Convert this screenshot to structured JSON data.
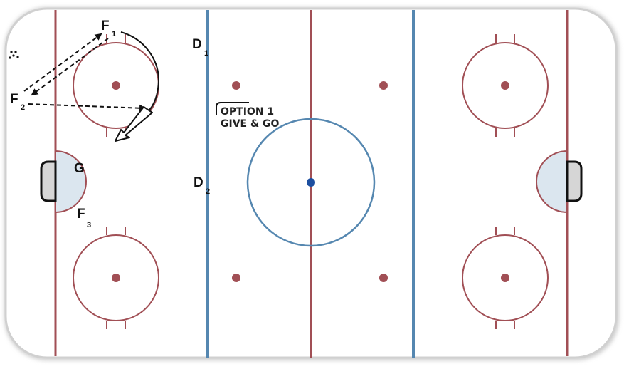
{
  "colors": {
    "rink_fill": "#ffffff",
    "board": "#cfcfcf",
    "red_line": "#a14f55",
    "blue_line": "#5587b0",
    "center_dot": "#1d4fa0",
    "crease_fill": "#dbe6ef",
    "net_fill": "#d6d6d6",
    "ink": "#111111"
  },
  "players": {
    "f1": {
      "letter": "F",
      "sub": "1"
    },
    "f2": {
      "letter": "F",
      "sub": "2"
    },
    "f3": {
      "letter": "F",
      "sub": "3"
    },
    "d1": {
      "letter": "D",
      "sub": "1"
    },
    "d2": {
      "letter": "D",
      "sub": "2"
    },
    "g": {
      "letter": "G"
    }
  },
  "option_note": {
    "line1": "OPTION 1",
    "line2": "GIVE & GO"
  },
  "puck_marker": "dots"
}
